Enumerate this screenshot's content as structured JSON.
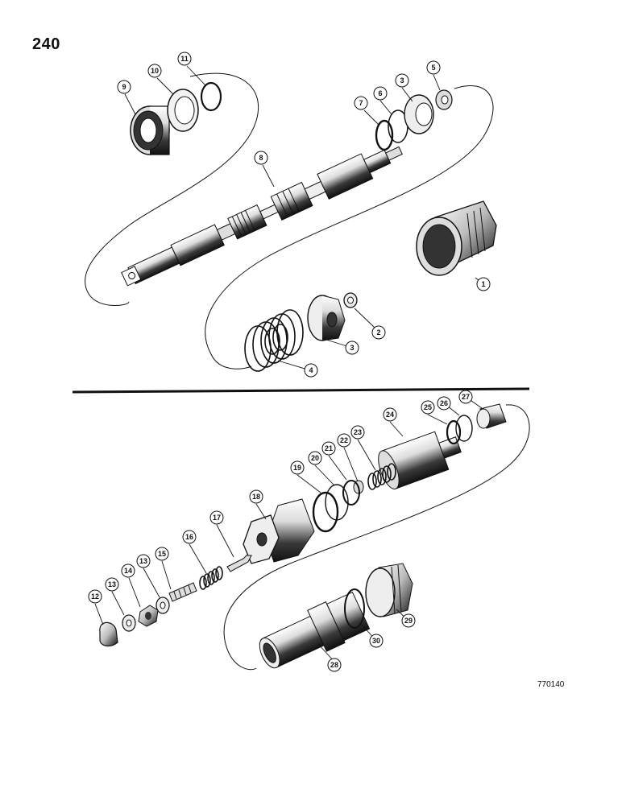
{
  "page": {
    "number": "240",
    "figure_id": "770140"
  },
  "colors": {
    "ink": "#111111",
    "paper": "#ffffff",
    "shade": "#2a2a2a",
    "light": "#f2f2f2"
  },
  "upper_assembly": {
    "callouts": [
      "1",
      "2",
      "3",
      "3",
      "4",
      "5",
      "6",
      "7",
      "8",
      "9",
      "10",
      "11"
    ]
  },
  "lower_assembly": {
    "callouts": [
      "12",
      "13",
      "13",
      "14",
      "15",
      "16",
      "17",
      "18",
      "19",
      "20",
      "21",
      "22",
      "23",
      "24",
      "25",
      "26",
      "27",
      "28",
      "29",
      "30"
    ]
  }
}
